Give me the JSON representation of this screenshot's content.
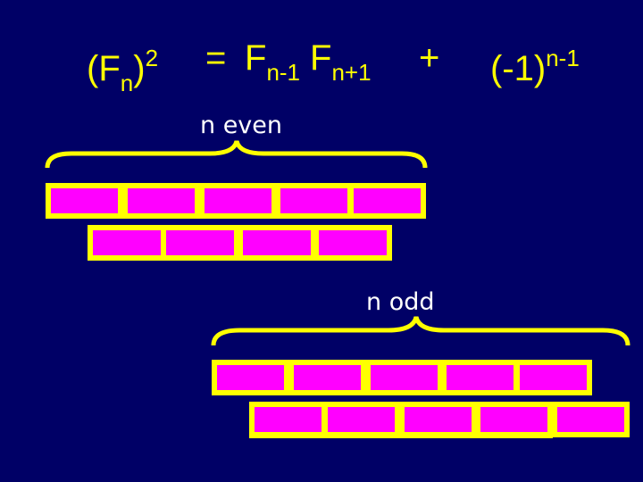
{
  "equation": {
    "lhs_base": "(F",
    "lhs_sub": "n",
    "lhs_close": ")",
    "lhs_sup": "2",
    "equals": "=",
    "term1_base": "F",
    "term1_sub": "n-1",
    "term2_base": "F",
    "term2_sub": "n+1",
    "plus": "+",
    "term3_base": "(-1)",
    "term3_sup": "n-1"
  },
  "labels": {
    "even": "n even",
    "odd": "n odd"
  },
  "colors": {
    "background": "#000066",
    "text": "#ffff00",
    "bar_frame": "#ffff00",
    "square": "#ff00ff",
    "label": "#ffffff"
  }
}
